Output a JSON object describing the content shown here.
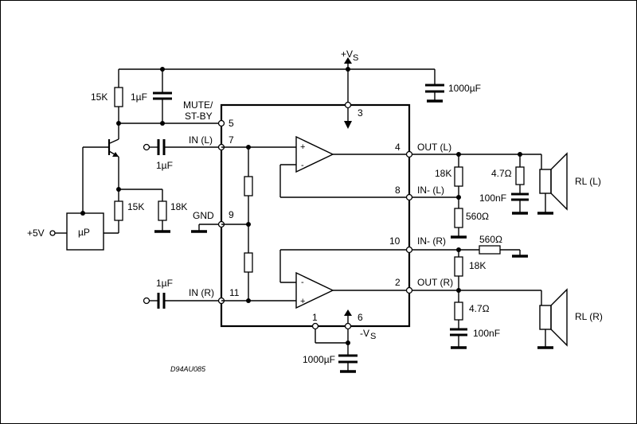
{
  "labels": {
    "vs_pos": "+V",
    "vs_pos_sub": "S",
    "vs_neg": "-V",
    "vs_neg_sub": "S",
    "mute_line1": "MUTE/",
    "mute_line2": "ST-BY",
    "in_l": "IN (L)",
    "in_r": "IN (R)",
    "gnd": "GND",
    "out_l": "OUT (L)",
    "out_r": "OUT (R)",
    "inminus_l": "IN- (L)",
    "inminus_r": "IN- (R)",
    "plus_5v": "+5V",
    "micro": "µP",
    "rl_l": "RL (L)",
    "rl_r": "RL (R)",
    "code": "D94AU085",
    "plus": "+",
    "minus": "-"
  },
  "pins": {
    "p1": "1",
    "p2": "2",
    "p3": "3",
    "p4": "4",
    "p5": "5",
    "p6": "6",
    "p7": "7",
    "p8": "8",
    "p9": "9",
    "p10": "10",
    "p11": "11"
  },
  "components": {
    "r_15k_top": "15K",
    "c_1uf_top": "1µF",
    "c_1000uf_top": "1000µF",
    "c_1uf_in_l": "1µF",
    "r_15k_mid": "15K",
    "r_18k_mid": "18K",
    "c_1uf_in_r": "1µF",
    "r_18k_l": "18K",
    "r_560_l": "560Ω",
    "r_47_l": "4.7Ω",
    "c_100nf_l": "100nF",
    "r_560_r": "560Ω",
    "r_18k_r": "18K",
    "r_47_r": "4.7Ω",
    "c_100nf_r": "100nF",
    "c_1000uf_bot": "1000µF"
  }
}
